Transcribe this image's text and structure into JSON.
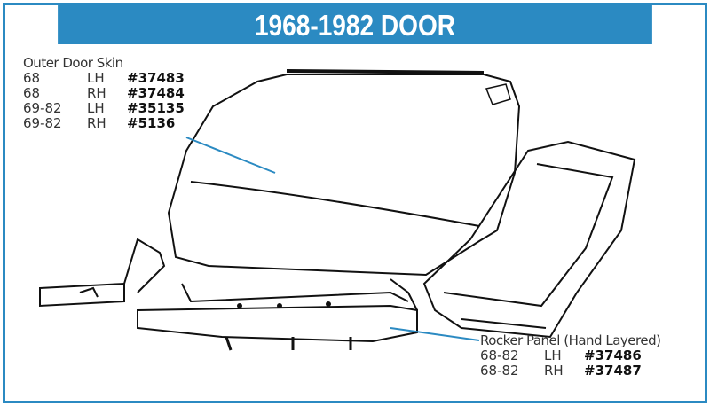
{
  "title": "1968-1982 DOOR",
  "accent_color": "#2b8ac2",
  "outer_door_skin": {
    "heading": "Outer Door Skin",
    "rows": [
      {
        "years": "68",
        "side": "LH",
        "part": "#37483"
      },
      {
        "years": "68",
        "side": "RH",
        "part": "#37484"
      },
      {
        "years": "69-82",
        "side": "LH",
        "part": "#35135"
      },
      {
        "years": "69-82",
        "side": "RH",
        "part": "#5136"
      }
    ]
  },
  "rocker_panel": {
    "heading": "Rocker Panel (Hand Layered)",
    "rows": [
      {
        "years": "68-82",
        "side": "LH",
        "part": "#37486"
      },
      {
        "years": "68-82",
        "side": "RH",
        "part": "#37487"
      }
    ]
  }
}
